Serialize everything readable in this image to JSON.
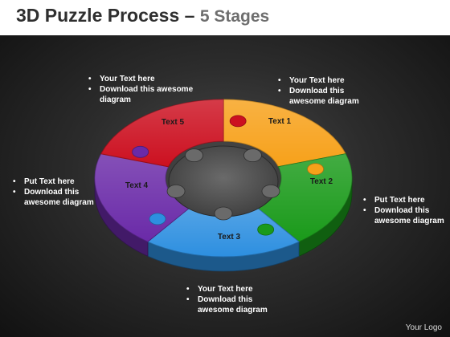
{
  "title": {
    "main": "3D Puzzle Process",
    "sep": " – ",
    "sub": "5 Stages"
  },
  "colors": {
    "stage1": "#f7a11a",
    "stage2": "#1a9a1a",
    "stage3": "#2d8fe0",
    "stage4": "#6a2aa8",
    "stage5": "#cc1020",
    "center": "#5c5c5c"
  },
  "pieces": [
    {
      "label": "Text 1"
    },
    {
      "label": "Text 2"
    },
    {
      "label": "Text 3"
    },
    {
      "label": "Text 4"
    },
    {
      "label": "Text 5"
    }
  ],
  "callouts": {
    "top_left": [
      "Your Text here",
      "Download this awesome diagram"
    ],
    "top_right": [
      "Your Text here",
      "Download this awesome diagram"
    ],
    "left": [
      "Put Text here",
      "Download this awesome diagram"
    ],
    "right": [
      "Put Text here",
      "Download this awesome diagram"
    ],
    "bottom": [
      "Your Text here",
      "Download this awesome diagram"
    ]
  },
  "logo": "Your Logo"
}
